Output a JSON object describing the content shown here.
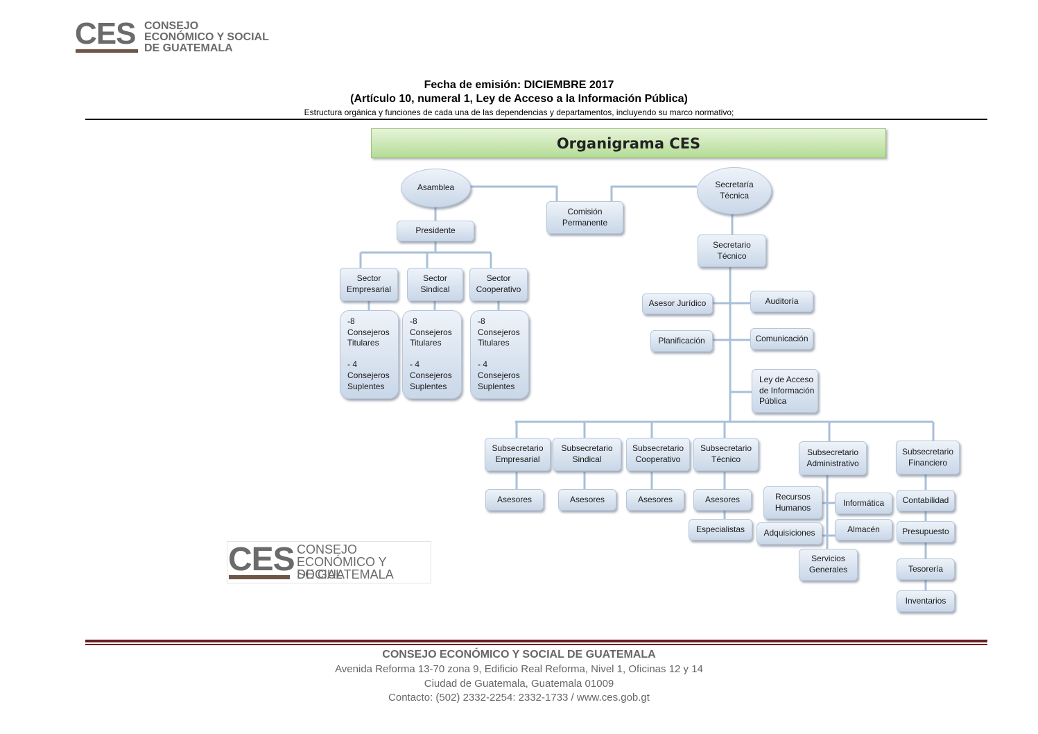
{
  "logo_top": {
    "acronym": "CES",
    "line1": "CONSEJO",
    "line2": "ECONÓMICO Y SOCIAL",
    "line3": "DE GUATEMALA"
  },
  "logo_bottom": {
    "acronym": "CES",
    "line1": "CONSEJO",
    "line2": "ECONÓMICO Y SOCIAL",
    "line3": "DE GUATEMALA"
  },
  "header": {
    "fecha_label": "Fecha de emisión: ",
    "fecha_value": "DICIEMBRE 2017",
    "articulo": "(Artículo 10, numeral 1, Ley de Acceso a la Información Pública)",
    "descripcion": "Estructura orgánica y funciones de cada una de las dependencias y departamentos, incluyendo su marco normativo;"
  },
  "chart_title": "Organigrama CES",
  "nodes": {
    "asamblea": "Asamblea",
    "presidente": "Presidente",
    "comision": "Comisión Permanente",
    "secretaria": "Secretaría Técnica",
    "secretario": "Secretario Técnico",
    "sector_emp": "Sector Empresarial",
    "sector_sin": "Sector Sindical",
    "sector_coop": "Sector Cooperativo",
    "consejeros_1": "-8 Consejeros Titulares\n\n- 4 Consejeros Suplentes",
    "consejeros_2": "-8 Consejeros Titulares\n\n- 4 Consejeros Suplentes",
    "consejeros_3": "-8 Consejeros Titulares\n\n- 4 Consejeros Suplentes",
    "asesor_juridico": "Asesor Jurídico",
    "auditoria": "Auditoría",
    "planificacion": "Planificación",
    "comunicacion": "Comunicación",
    "ley_acceso": "Ley de Acceso de Información Pública",
    "sub_emp": "Subsecretario Empresarial",
    "sub_sin": "Subsecretario Sindical",
    "sub_coop": "Subsecretario Cooperativo",
    "sub_tec": "Subsecretario Técnico",
    "sub_adm": "Subsecretario Administrativo",
    "sub_fin": "Subsecretario Financiero",
    "asesores_1": "Asesores",
    "asesores_2": "Asesores",
    "asesores_3": "Asesores",
    "asesores_4": "Asesores",
    "especialistas": "Especialistas",
    "rrhh": "Recursos Humanos",
    "informatica": "Informática",
    "adquisiciones": "Adquisiciones",
    "almacen": "Almacén",
    "servicios": "Servicios Generales",
    "contabilidad": "Contabilidad",
    "presupuesto": "Presupuesto",
    "tesoreria": "Tesorería",
    "inventarios": "Inventarios"
  },
  "footer": {
    "org_name": "CONSEJO ECONÓMICO Y SOCIAL DE GUATEMALA",
    "address": "Avenida Reforma 13-70 zona 9, Edificio Real Reforma, Nivel 1, Oficinas 12 y 14",
    "city": "Ciudad de Guatemala, Guatemala 01009",
    "contact": "Contacto: (502) 2332-2254: 2332-1733 /  www.ces.gob.gt"
  },
  "colors": {
    "footer_rule": "#6b1f1f",
    "logo_grey": "#6b6b6b",
    "logo_bar": "#6e5547",
    "box_border": "#b5c6dc",
    "connector": "#a9bfd8"
  }
}
